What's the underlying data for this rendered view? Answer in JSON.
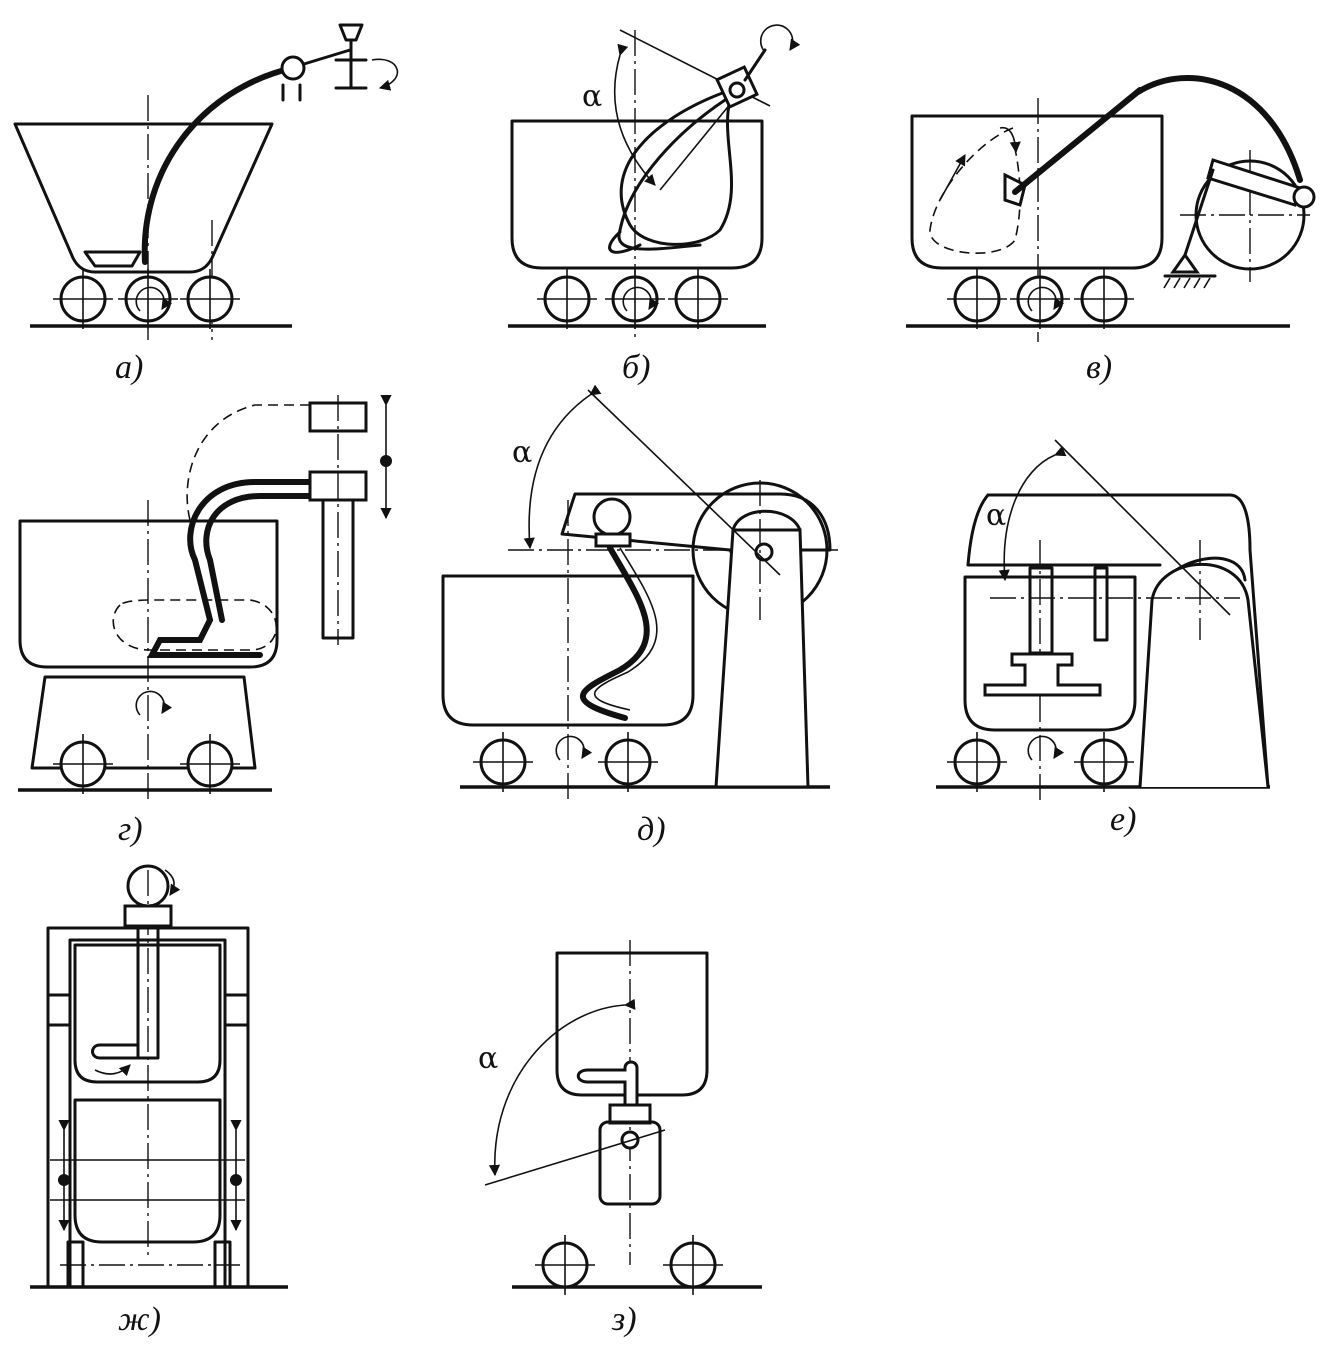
{
  "panels": [
    {
      "id": "a",
      "label": "а)"
    },
    {
      "id": "b",
      "label": "б)"
    },
    {
      "id": "v",
      "label": "в)"
    },
    {
      "id": "g",
      "label": "г)"
    },
    {
      "id": "d",
      "label": "д)"
    },
    {
      "id": "e",
      "label": "е)"
    },
    {
      "id": "zh",
      "label": "ж)"
    },
    {
      "id": "z",
      "label": "з)"
    }
  ],
  "angle_symbol": "α",
  "colors": {
    "line": "#111111",
    "background": "#ffffff"
  }
}
